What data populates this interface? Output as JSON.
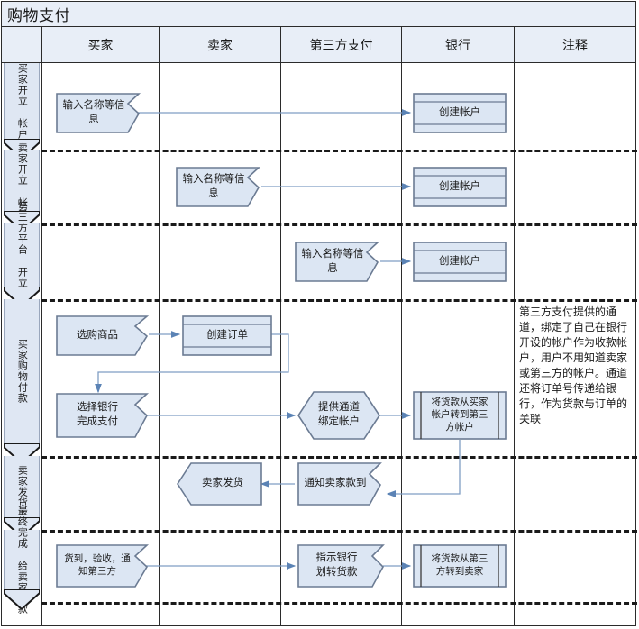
{
  "diagram": {
    "title": "购物支付",
    "columns": [
      {
        "key": "phase",
        "label": ""
      },
      {
        "key": "buyer",
        "label": "买家"
      },
      {
        "key": "seller",
        "label": "卖家"
      },
      {
        "key": "thirdparty",
        "label": "第三方支付"
      },
      {
        "key": "bank",
        "label": "银行"
      },
      {
        "key": "note",
        "label": "注释"
      }
    ],
    "phases": [
      {
        "label": "买家开立\n帐户"
      },
      {
        "label": "卖家开立\n帐户"
      },
      {
        "label": "第三方平台\n开立帐户"
      },
      {
        "label": "买家购物付款"
      },
      {
        "label": "卖家发货"
      },
      {
        "label": "最终完成\n给卖家付款"
      }
    ],
    "nodes": [
      {
        "id": "n1",
        "label": "输入名称等信息",
        "shape": "document-flag",
        "lane": "buyer",
        "phase": 0
      },
      {
        "id": "n2",
        "label": "创建帐户",
        "shape": "internal-storage",
        "lane": "bank",
        "phase": 0
      },
      {
        "id": "n3",
        "label": "输入名称等信息",
        "shape": "document-flag",
        "lane": "seller",
        "phase": 1
      },
      {
        "id": "n4",
        "label": "创建帐户",
        "shape": "internal-storage",
        "lane": "bank",
        "phase": 1
      },
      {
        "id": "n5",
        "label": "输入名称等信息",
        "shape": "document-flag",
        "lane": "thirdparty",
        "phase": 2
      },
      {
        "id": "n6",
        "label": "创建帐户",
        "shape": "internal-storage",
        "lane": "bank",
        "phase": 2
      },
      {
        "id": "n7",
        "label": "选购商品",
        "shape": "document-flag",
        "lane": "buyer",
        "phase": 3
      },
      {
        "id": "n8",
        "label": "创建订单",
        "shape": "internal-storage",
        "lane": "seller",
        "phase": 3
      },
      {
        "id": "n9",
        "label": "选择银行\n完成支付",
        "shape": "document-flag",
        "lane": "buyer",
        "phase": 3
      },
      {
        "id": "n10",
        "label": "提供通道\n绑定帐户",
        "shape": "hexagon",
        "lane": "thirdparty",
        "phase": 3
      },
      {
        "id": "n11",
        "label": "将货款从买家\n帐户转到第三\n方帐户",
        "shape": "predefined-process",
        "lane": "bank",
        "phase": 3
      },
      {
        "id": "n12",
        "label": "卖家发货",
        "shape": "pentagon-left",
        "lane": "seller",
        "phase": 4
      },
      {
        "id": "n13",
        "label": "通知卖家款到",
        "shape": "document-flag",
        "lane": "thirdparty",
        "phase": 4
      },
      {
        "id": "n14",
        "label": "货到，验收，通\n知第三方",
        "shape": "document-flag",
        "lane": "buyer",
        "phase": 5
      },
      {
        "id": "n15",
        "label": "指示银行\n划转货款",
        "shape": "document-flag",
        "lane": "thirdparty",
        "phase": 5
      },
      {
        "id": "n16",
        "label": "将货款从第三\n方转到卖家",
        "shape": "predefined-process",
        "lane": "bank",
        "phase": 5
      }
    ],
    "note": {
      "phase": 3,
      "text": "第三方支付提供的通道，绑定了自己在银行开设的帐户作为收款帐户，用户不用知道卖家或第三方的帐户。通道还将订单号传递给银行，作为货款与订单的关联"
    },
    "colors": {
      "shape_fill": "#dce6f3",
      "shape_stroke": "#6b7b93",
      "connector": "#7f9dc4",
      "lane_border": "#2b2b2b",
      "header_fill": "#e8eef7",
      "phase_fill": "#dfe7f3"
    }
  }
}
